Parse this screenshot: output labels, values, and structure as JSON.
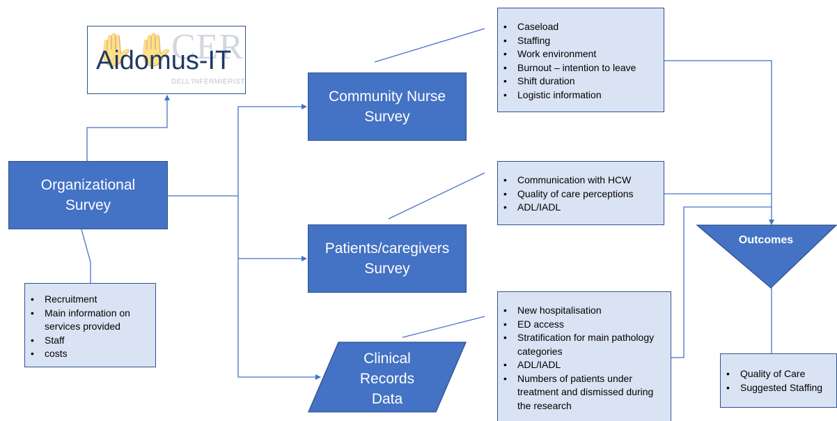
{
  "logo": {
    "title": "Aidomus-IT",
    "org_name": "CERSI",
    "org_subtitle": "DELL'INFERMIERISTICA"
  },
  "boxes": {
    "organizational": "Organizational\nSurvey",
    "community_nurse": "Community Nurse\nSurvey",
    "patients": "Patients/caregivers\nSurvey",
    "clinical": "Clinical\nRecords\nData",
    "outcomes": "Outcomes"
  },
  "lists": {
    "organizational": [
      "Recruitment",
      "Main information on services provided",
      "Staff",
      "costs"
    ],
    "community_nurse": [
      "Caseload",
      "Staffing",
      "Work environment",
      "Burnout – intention to leave",
      "Shift duration",
      "Logistic information"
    ],
    "patients": [
      "Communication with HCW",
      "Quality of care perceptions",
      "ADL/IADL"
    ],
    "clinical": [
      "New hospitalisation",
      "ED access",
      "Stratification for main pathology categories",
      "ADL/IADL",
      "Numbers of patients  under treatment and dismissed during the research"
    ],
    "outcomes": [
      "Quality of Care",
      "Suggested Staffing"
    ]
  },
  "colors": {
    "primary": "#4472c4",
    "border": "#2f528f",
    "light": "#dae3f3"
  }
}
